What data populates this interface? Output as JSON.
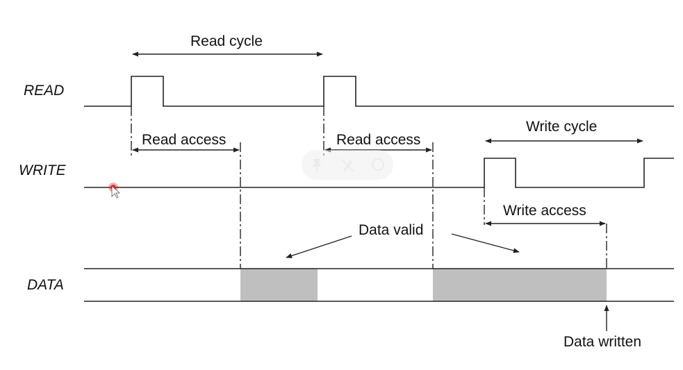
{
  "signals": {
    "read": "READ",
    "write": "WRITE",
    "data": "DATA"
  },
  "annotations": {
    "read_cycle": "Read cycle",
    "read_access_1": "Read access",
    "read_access_2": "Read access",
    "write_cycle": "Write cycle",
    "write_access": "Write access",
    "data_valid": "Data valid",
    "data_written": "Data written"
  },
  "colors": {
    "line": "#222222",
    "valid_fill": "#bfbfbf",
    "cursor": "#e02020"
  },
  "overlay": {
    "icons": [
      "pin-icon",
      "pen-off-icon",
      "circle-icon"
    ]
  }
}
